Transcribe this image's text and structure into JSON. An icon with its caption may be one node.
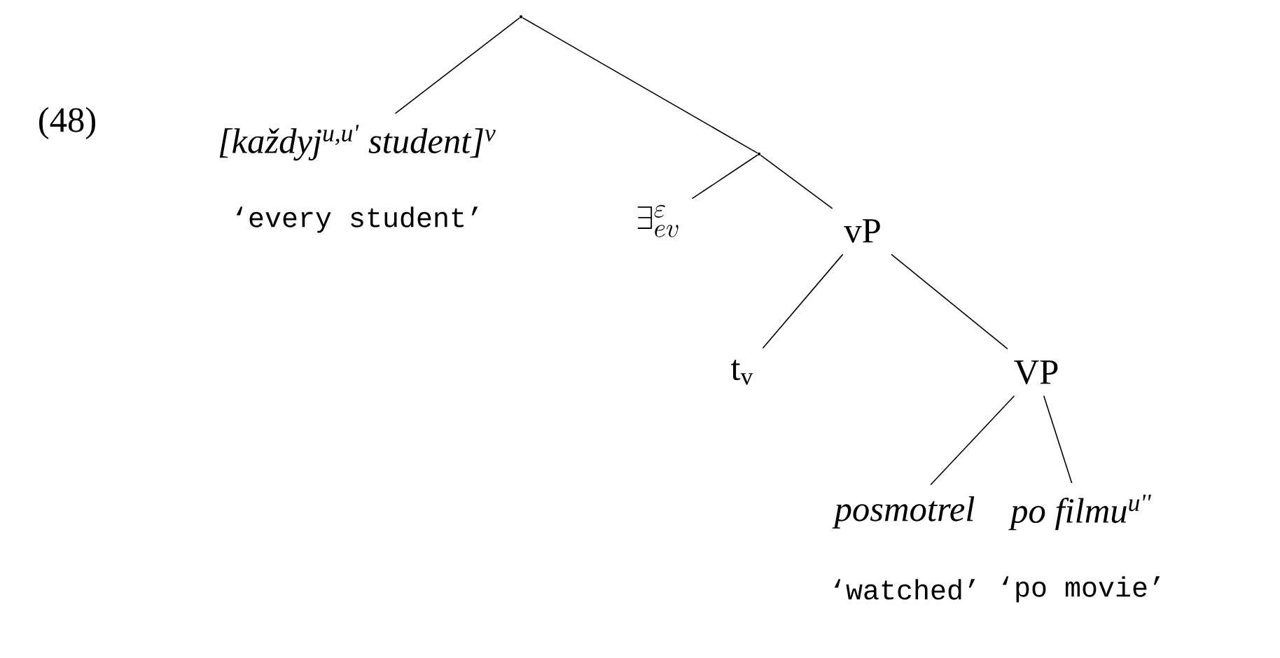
{
  "diagram": {
    "nodes": [
      {
        "text": [],
        "shape": "point"
      },
      {
        "text": [
          "[každyj$^{u,u'}$ student]$^{v}$"
        ],
        "beside": [
          "‘every student’"
        ]
      },
      {
        "text": [],
        "shape": "point"
      },
      {
        "text": [
          "\\exists^{\\varepsilon}_{ev}"
        ]
      },
      {
        "text": [
          "vP"
        ]
      },
      {
        "text": [
          "t$_{v}$"
        ]
      },
      {
        "text": [
          "VP"
        ]
      },
      {
        "text": [
          "posmotrel"
        ],
        "beside": [
          "‘watched’"
        ]
      },
      {
        "text": [
          "po filmu$^{u''}$"
        ],
        "beside": [
          "‘po movie’"
        ]
      }
    ],
    "edges": [
      {
        "from": 0,
        "to": 1,
        "arrow": "none"
      },
      {
        "from": 0,
        "to": 2,
        "arrow": "none"
      },
      {
        "from": 2,
        "to": 3,
        "arrow": "none"
      },
      {
        "from": 2,
        "to": 4,
        "arrow": "none"
      },
      {
        "from": 4,
        "to": 5,
        "arrow": "none"
      },
      {
        "from": 4,
        "to": 6,
        "arrow": "none"
      },
      {
        "from": 6,
        "to": 7,
        "arrow": "none"
      },
      {
        "from": 6,
        "to": 8,
        "arrow": "none"
      }
    ],
    "labels": [
      "(48)"
    ]
  }
}
